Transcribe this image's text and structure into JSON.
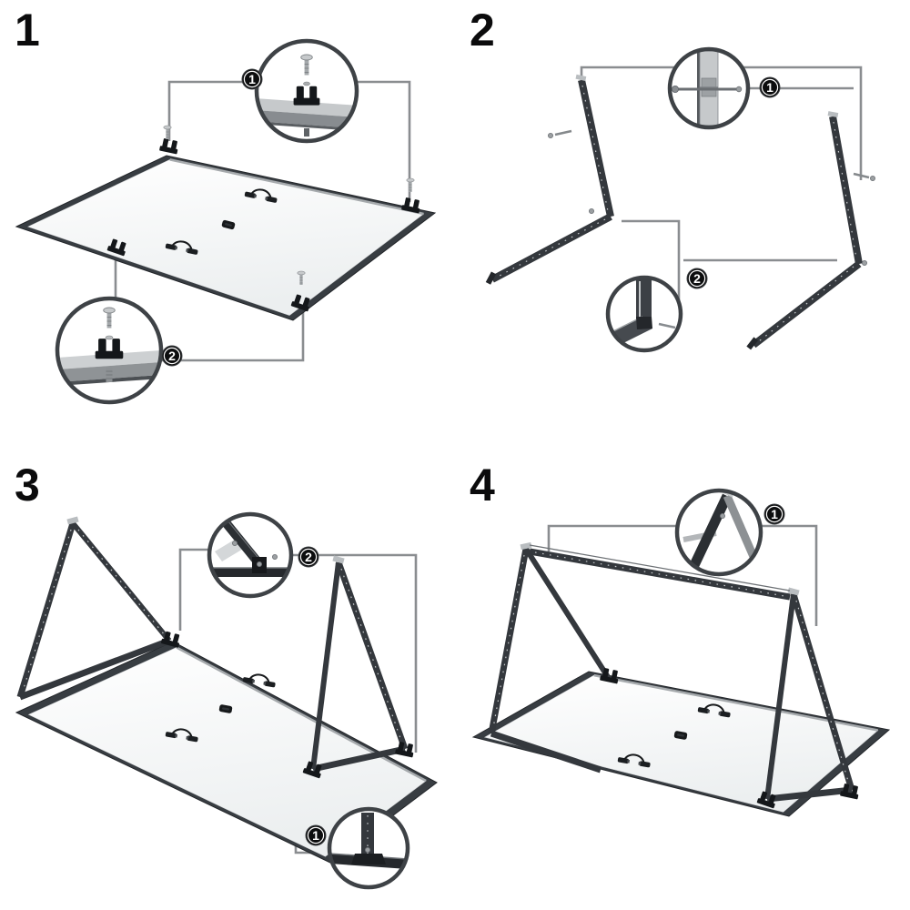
{
  "colors": {
    "bg": "#ffffff",
    "ink": "#0b0b0c",
    "line": "#8a8d90",
    "ring": "#3e4246",
    "badge-bg": "#0c0d0e",
    "badge-text": "#ffffff",
    "frame": "#383d42",
    "rail-dark": "#34383d"
  },
  "steps": [
    {
      "number": "1",
      "callouts": [
        {
          "name": "mid-clamp-top-detail",
          "badge": "1"
        },
        {
          "name": "end-clamp-bottom-detail",
          "badge": "2"
        }
      ]
    },
    {
      "number": "2",
      "callouts": [
        {
          "name": "rail-splice-detail",
          "badge": "1"
        },
        {
          "name": "corner-joint-detail",
          "badge": "2"
        }
      ]
    },
    {
      "number": "3",
      "callouts": [
        {
          "name": "hinge-joint-detail",
          "badge": "2"
        },
        {
          "name": "foot-post-detail",
          "badge": "1"
        }
      ]
    },
    {
      "number": "4",
      "callouts": [
        {
          "name": "apex-crossbar-joint-detail",
          "badge": "1"
        }
      ]
    }
  ]
}
